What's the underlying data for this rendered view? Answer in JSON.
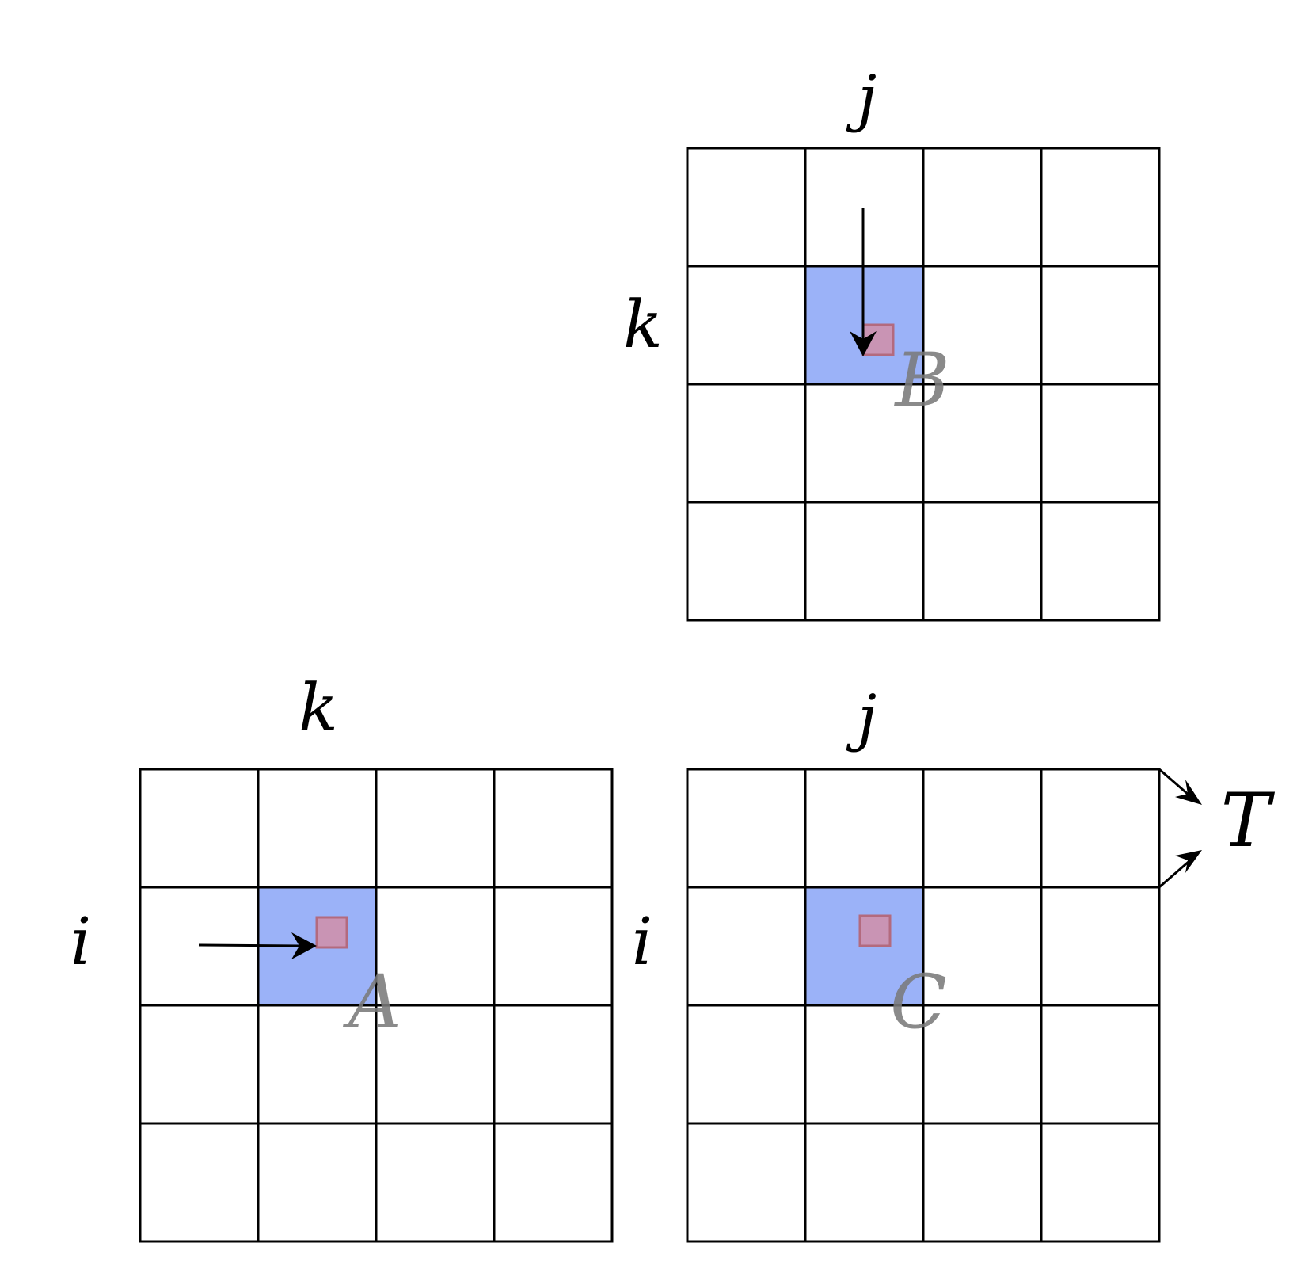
{
  "matrices": {
    "B": {
      "name": "B",
      "row_label": "k",
      "col_label": "j",
      "rows": 4,
      "cols": 4,
      "highlight_cell": {
        "row": 1,
        "col": 1
      },
      "arrow_direction": "down"
    },
    "A": {
      "name": "A",
      "row_label": "i",
      "col_label": "k",
      "rows": 4,
      "cols": 4,
      "highlight_cell": {
        "row": 1,
        "col": 1
      },
      "arrow_direction": "right"
    },
    "C": {
      "name": "C",
      "row_label": "i",
      "col_label": "j",
      "rows": 4,
      "cols": 4,
      "highlight_cell": {
        "row": 1,
        "col": 1
      },
      "arrow_direction": ""
    }
  },
  "tile_label": "T",
  "colors": {
    "grid_line": "#000000",
    "tile_fill": "#9bb2f8",
    "element_fill": "#c994b4",
    "element_stroke": "#b36a7e",
    "arrow": "#000000"
  }
}
